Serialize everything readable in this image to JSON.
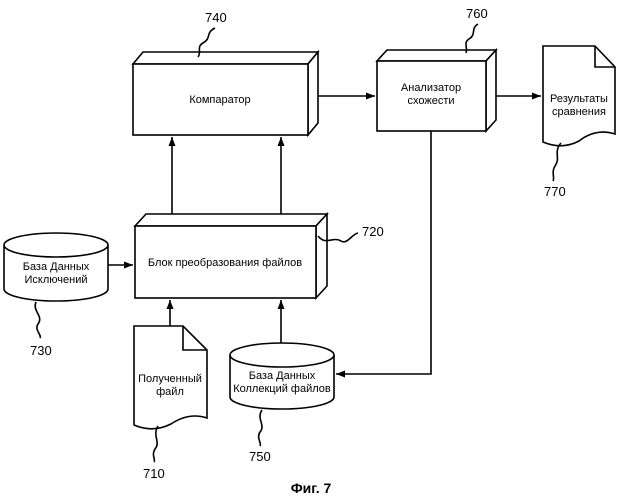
{
  "nodes": {
    "comparator": {
      "label": "Компаратор",
      "ref": "740"
    },
    "analyzer": {
      "label_line1": "Анализатор",
      "label_line2": "схожести",
      "ref": "760"
    },
    "results": {
      "label_line1": "Результаты",
      "label_line2": "сравнения",
      "ref": "770"
    },
    "converter": {
      "label": "Блок преобразования файлов",
      "ref": "720"
    },
    "exceptions_db": {
      "label_line1": "База Данных",
      "label_line2": "Исключений",
      "ref": "730"
    },
    "received_file": {
      "label_line1": "Полученный",
      "label_line2": "файл",
      "ref": "710"
    },
    "collection_db": {
      "label_line1": "База Данных",
      "label_line2": "Коллекций файлов",
      "ref": "750"
    }
  },
  "caption": "Фиг. 7"
}
